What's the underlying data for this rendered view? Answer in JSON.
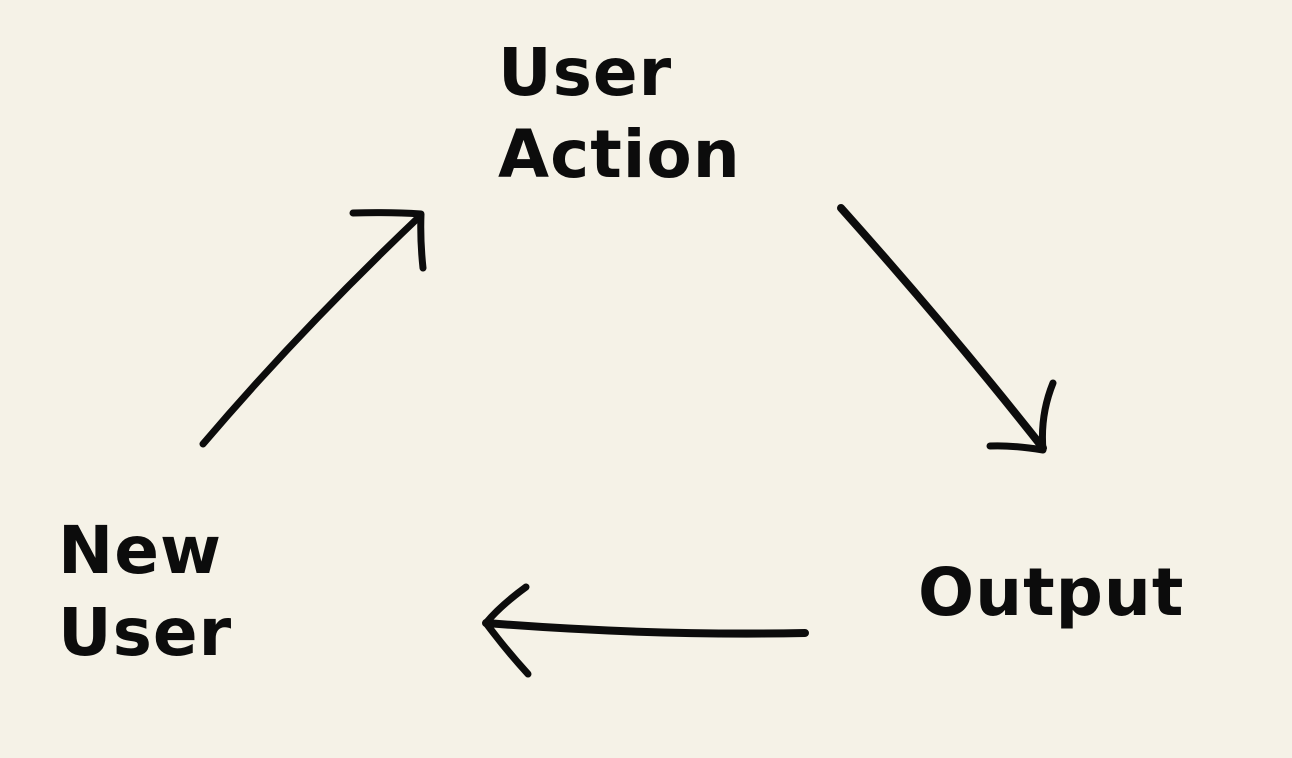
{
  "diagram": {
    "type": "cycle",
    "background_color": "#f5f2e7",
    "ink_color": "#0c0c0c",
    "nodes": [
      {
        "id": "user-action",
        "lines": [
          "User",
          "Action"
        ]
      },
      {
        "id": "output",
        "lines": [
          "Output"
        ]
      },
      {
        "id": "new-user",
        "lines": [
          "New",
          "User"
        ]
      }
    ],
    "edges": [
      {
        "from": "user-action",
        "to": "output"
      },
      {
        "from": "output",
        "to": "new-user"
      },
      {
        "from": "new-user",
        "to": "user-action"
      }
    ]
  }
}
